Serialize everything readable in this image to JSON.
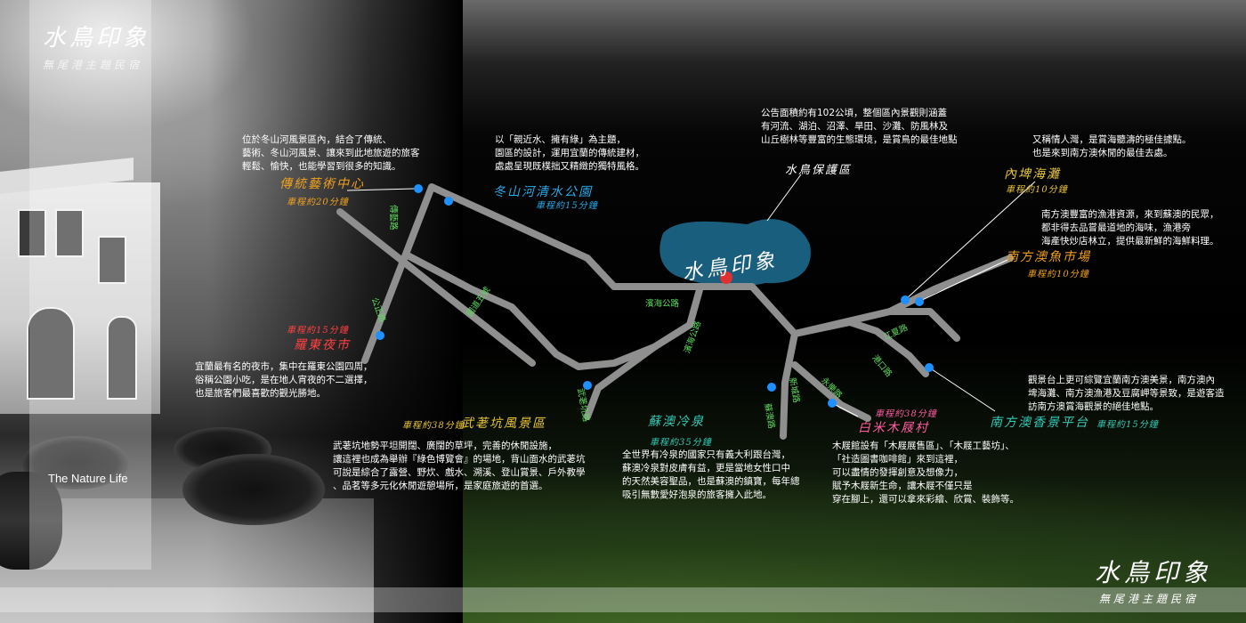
{
  "brand": {
    "title": "水鳥印象",
    "subtitle": "無尾港主題民宿",
    "tagline": "The Nature Life"
  },
  "footer": {
    "title": "水鳥印象",
    "subtitle": "無尾港主題民宿"
  },
  "map": {
    "center_label": "水鳥印象",
    "colors": {
      "road": "#8f8f8f",
      "road_label": "#5fdc5f",
      "pin": "#1e90ff",
      "home_pin": "#e03030",
      "reserve": "#1f6e94",
      "orange": "#f0a020",
      "blue": "#2aa9e8",
      "red": "#ff4040",
      "pink": "#ff5aa0",
      "yellow": "#e8c43a",
      "teal": "#33c9b5"
    },
    "roads": [
      "傳藝路",
      "公正路",
      "國道五號",
      "濱海公路",
      "濱海公路",
      "武荖坑路",
      "新城路",
      "江夏路",
      "港口路",
      "永樂路",
      "蘇澳路"
    ],
    "places": {
      "art_center": {
        "name": "傳統藝術中心",
        "time": "車程約20分鐘",
        "desc": [
          "位於冬山河風景區內，結合了傳統、",
          "藝術、冬山河風景、讓來到此地旅遊的旅客",
          "輕鬆、愉快，也能學習到很多的知識。"
        ]
      },
      "dongshan_park": {
        "name": "冬山河清水公園",
        "time": "車程約15分鐘",
        "desc": [
          "以「親近水、擁有綠」為主題，",
          "園區的設計，運用宜蘭的傳統建材，",
          "處處呈現既樸拙又精緻的獨特風格。"
        ]
      },
      "bird_reserve": {
        "name": "水鳥保護區",
        "desc": [
          "公告面積約有102公頃，整個區內景觀則涵蓋",
          "有河流、湖泊、沼澤、旱田、沙灘、防風林及",
          "山丘樹林等豐富的生態環境，是賞鳥的最佳地點"
        ]
      },
      "neipi_beach": {
        "name": "內埤海灘",
        "time": "車程約10分鐘",
        "desc": [
          "又稱情人灣，是賞海聽濤的極佳據點。",
          "也是來到南方澳休閒的最佳去處。"
        ]
      },
      "fish_market": {
        "name": "南方澳魚市場",
        "time": "車程約10分鐘",
        "desc": [
          "南方澳豐富的漁港資源，來到蘇澳的民眾，",
          "都非得去品嘗最道地的海味，漁港旁",
          "海產快炒店林立，提供最新鮮的海鮮料理。"
        ]
      },
      "lotung_market": {
        "name": "羅東夜市",
        "time": "車程約15分鐘",
        "desc": [
          "宜蘭最有名的夜市，集中在羅東公園四周，",
          "俗稱公園小吃，是在地人宵夜的不二選擇，",
          "也是旅客們最喜歡的觀光勝地。"
        ]
      },
      "wulaokeng": {
        "name": "武荖坑風景區",
        "time": "車程約38分鐘",
        "desc": [
          "武荖坑地勢平坦開闊、廣闊的草坪，完善的休閒設施，",
          "讓這裡也成為舉辦『綠色博覽會』的場地，背山面水的武荖坑",
          "可說是綜合了露營、野炊、戲水、溯溪、登山賞景、戶外教學",
          "、品茗等多元化休閒遊憩場所，是家庭旅遊的首選。"
        ]
      },
      "suao_spring": {
        "name": "蘇澳冷泉",
        "time": "車程約35分鐘",
        "desc": [
          "全世界有冷泉的國家只有義大利跟台灣，",
          "蘇澳冷泉對皮膚有益，更是當地女性口中",
          "的天然美容聖品，也是蘇澳的鎮寶，每年總",
          "吸引無數愛好泡泉的旅客擁入此地。"
        ]
      },
      "clog_village": {
        "name": "白米木屐村",
        "time": "車程約38分鐘",
        "desc": [
          "木屐館設有「木屐展售區」、「木屐工藝坊」、",
          "「社造圖書咖啡館」來到這裡，",
          "可以盡情的發揮創意及想像力，",
          "賦予木屐新生命，讓木屐不僅只是",
          "穿在腳上，還可以拿來彩繪、欣賞、裝飾等。"
        ]
      },
      "viewing_platform": {
        "name": "南方澳香景平台",
        "time": "車程約15分鐘",
        "desc": [
          "觀景台上更可綜覽宜蘭南方澳美景，南方澳內",
          "埤海灘、南方澳漁港及豆腐岬等景致，是遊客造",
          "訪南方澳賞海觀景的絕佳地點。"
        ]
      }
    }
  }
}
